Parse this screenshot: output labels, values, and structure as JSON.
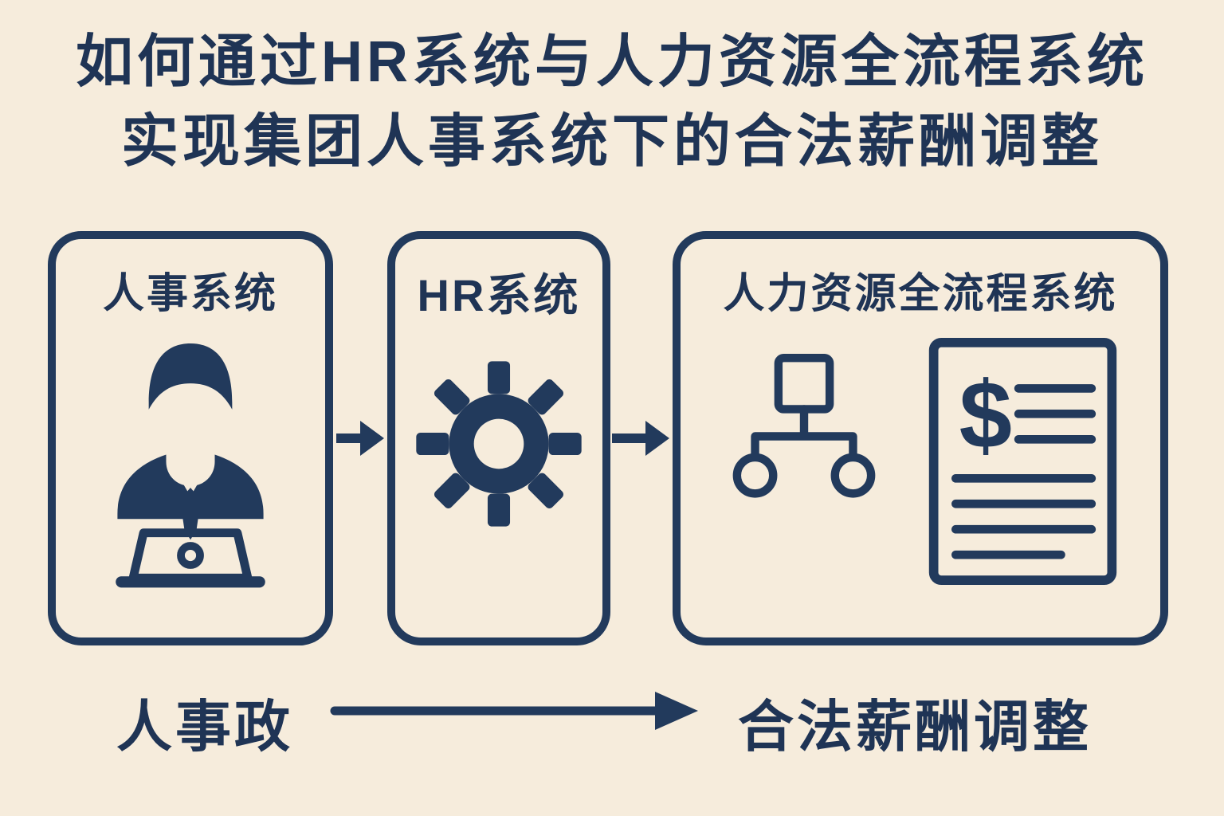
{
  "colors": {
    "background": "#f6ecdc",
    "ink": "#223a5c"
  },
  "title": {
    "line1": "如何通过HR系统与人力资源全流程系统",
    "line2": "实现集团人事系统下的合法薪酬调整"
  },
  "boxes": [
    {
      "label": "人事系统",
      "icon": "person-laptop-icon"
    },
    {
      "label": "HR系统",
      "icon": "gear-icon"
    },
    {
      "label": "人力资源全流程系统",
      "icons": [
        "org-chart-icon",
        "dollar-document-icon"
      ]
    }
  ],
  "document_icon": {
    "dollar_glyph": "$"
  },
  "footer": {
    "source_label": "人事政",
    "result_label": "合法薪酬调整"
  }
}
